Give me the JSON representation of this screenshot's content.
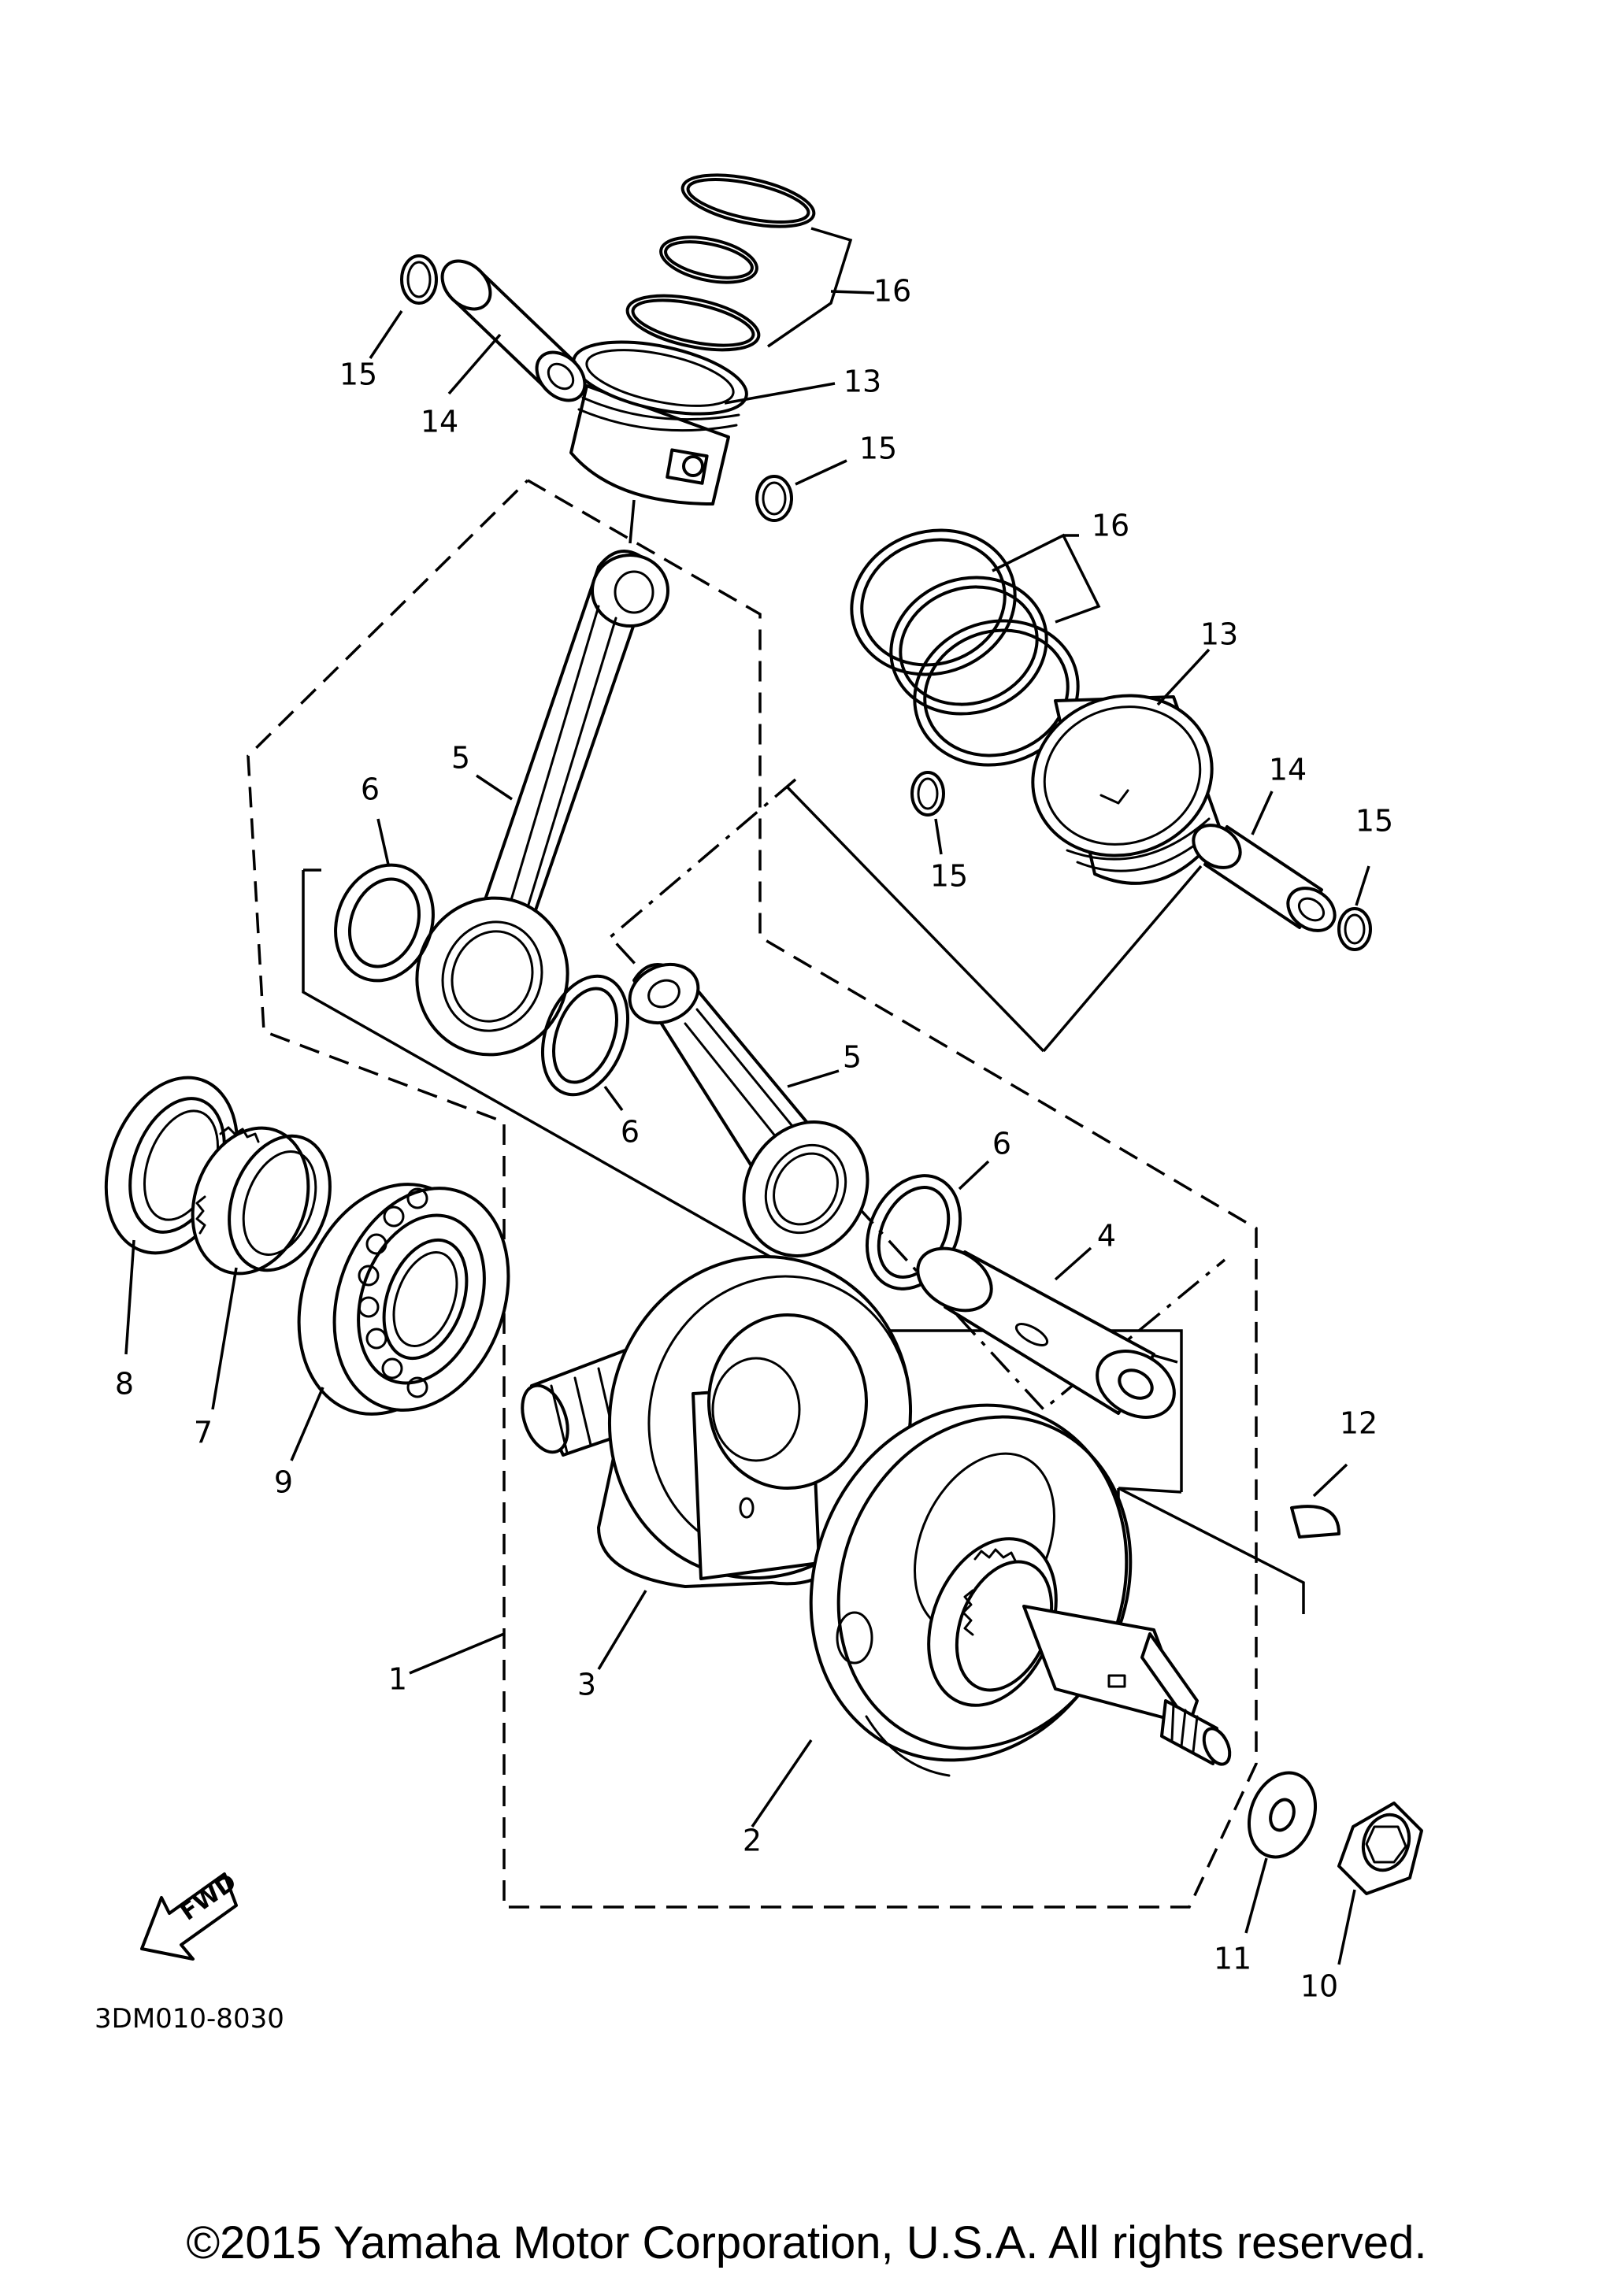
{
  "diagram": {
    "parts": [
      {
        "ref": "1"
      },
      {
        "ref": "2"
      },
      {
        "ref": "3"
      },
      {
        "ref": "4"
      },
      {
        "ref": "5"
      },
      {
        "ref": "6"
      },
      {
        "ref": "7"
      },
      {
        "ref": "8"
      },
      {
        "ref": "9"
      },
      {
        "ref": "10"
      },
      {
        "ref": "11"
      },
      {
        "ref": "12"
      },
      {
        "ref": "13"
      },
      {
        "ref": "14"
      },
      {
        "ref": "15"
      },
      {
        "ref": "16"
      }
    ],
    "fwd_label": "FWD",
    "diagram_code": "3DM010-8030"
  },
  "footer": {
    "copyright": "©2015 Yamaha Motor Corporation, U.S.A. All rights reserved."
  }
}
